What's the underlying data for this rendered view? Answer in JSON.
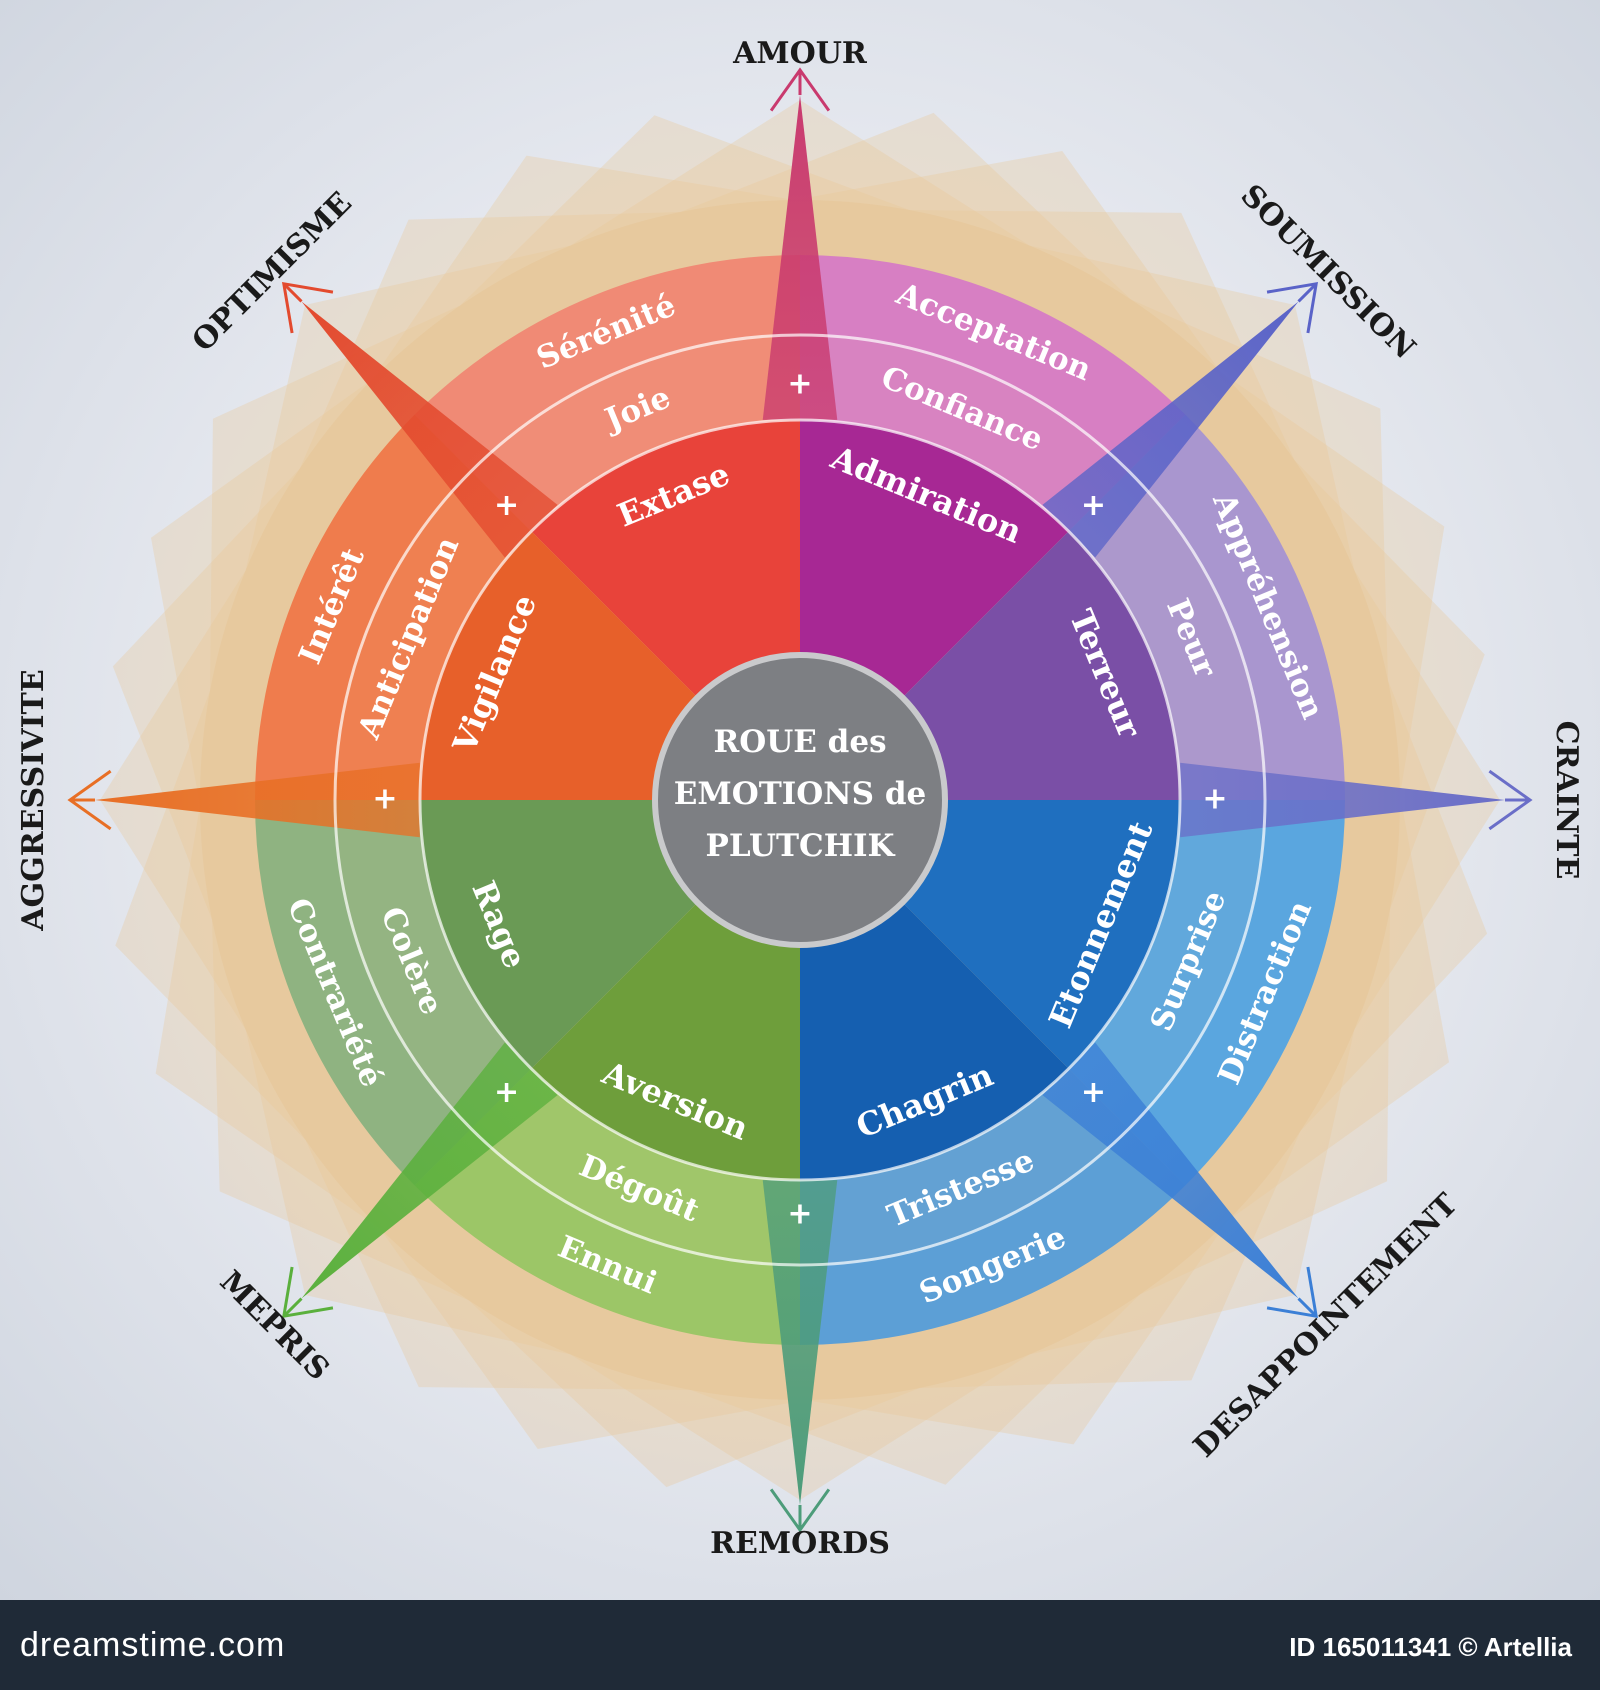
{
  "title_lines": [
    "ROUE des",
    "EMOTIONS de",
    "PLUTCHIK"
  ],
  "petals": [
    {
      "outer": "Sérénité",
      "middle": "Joie",
      "inner": "Extase",
      "color": "#e8433a",
      "light": "#f08a75"
    },
    {
      "outer": "Acceptation",
      "middle": "Confiance",
      "inner": "Admiration",
      "color": "#a72894",
      "light": "#d77fc3"
    },
    {
      "outer": "Appréhension",
      "middle": "Peur",
      "inner": "Terreur",
      "color": "#7a4fa6",
      "light": "#a996cf"
    },
    {
      "outer": "Distraction",
      "middle": "Surprise",
      "inner": "Etonnement",
      "color": "#1f6fbf",
      "light": "#5aa6df"
    },
    {
      "outer": "Songerie",
      "middle": "Tristesse",
      "inner": "Chagrin",
      "color": "#155fb0",
      "light": "#5c9fd6"
    },
    {
      "outer": "Ennui",
      "middle": "Dégoût",
      "inner": "Aversion",
      "color": "#6e9e3b",
      "light": "#9cc667"
    },
    {
      "outer": "Contrariété",
      "middle": "Colère",
      "inner": "Rage",
      "color": "#6a9a55",
      "light": "#8fb381"
    },
    {
      "outer": "Intérêt",
      "middle": "Anticipation",
      "inner": "Vigilance",
      "color": "#e7602a",
      "light": "#ef7c4d"
    }
  ],
  "dyads": [
    {
      "label": "AMOUR",
      "color": "#c93a6e"
    },
    {
      "label": "SOUMISSION",
      "color": "#5a63c8"
    },
    {
      "label": "CRAINTE",
      "color": "#6a6ec8"
    },
    {
      "label": "DESAPPOINTEMENT",
      "color": "#3b7fd6"
    },
    {
      "label": "REMORDS",
      "color": "#4d9c7a"
    },
    {
      "label": "MEPRIS",
      "color": "#5ab03c"
    },
    {
      "label": "AGGRESSIVITE",
      "color": "#e86f25"
    },
    {
      "label": "OPTIMISME",
      "color": "#e34a2e"
    }
  ],
  "plus_sign": "+",
  "footer": {
    "brand": "dreamstime.com",
    "credit": "ID 165011341 © Artellia"
  }
}
